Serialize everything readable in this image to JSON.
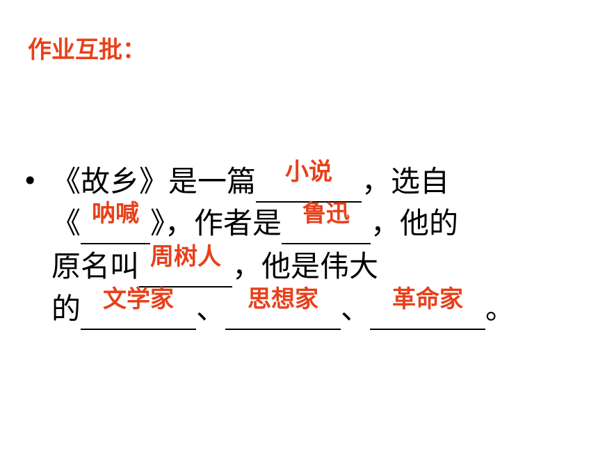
{
  "title": "作业互批：",
  "bullet": "•",
  "colors": {
    "answer": "#e8401a",
    "text": "#000000"
  },
  "text": {
    "l1a": "《故乡》是一篇",
    "l1b": "，选自",
    "l2a": "《",
    "l2b": "》，作者是",
    "l2c": "，他的",
    "l3a": "原名叫",
    "l3b": "，他是伟大",
    "l4a": "的",
    "l4b": "、",
    "l4c": "、",
    "l4d": "。"
  },
  "answers": {
    "genre": "小说",
    "collection": "呐喊",
    "author": "鲁迅",
    "real_name": "周树人",
    "role1": "文学家",
    "role2": "思想家",
    "role3": "革命家"
  }
}
